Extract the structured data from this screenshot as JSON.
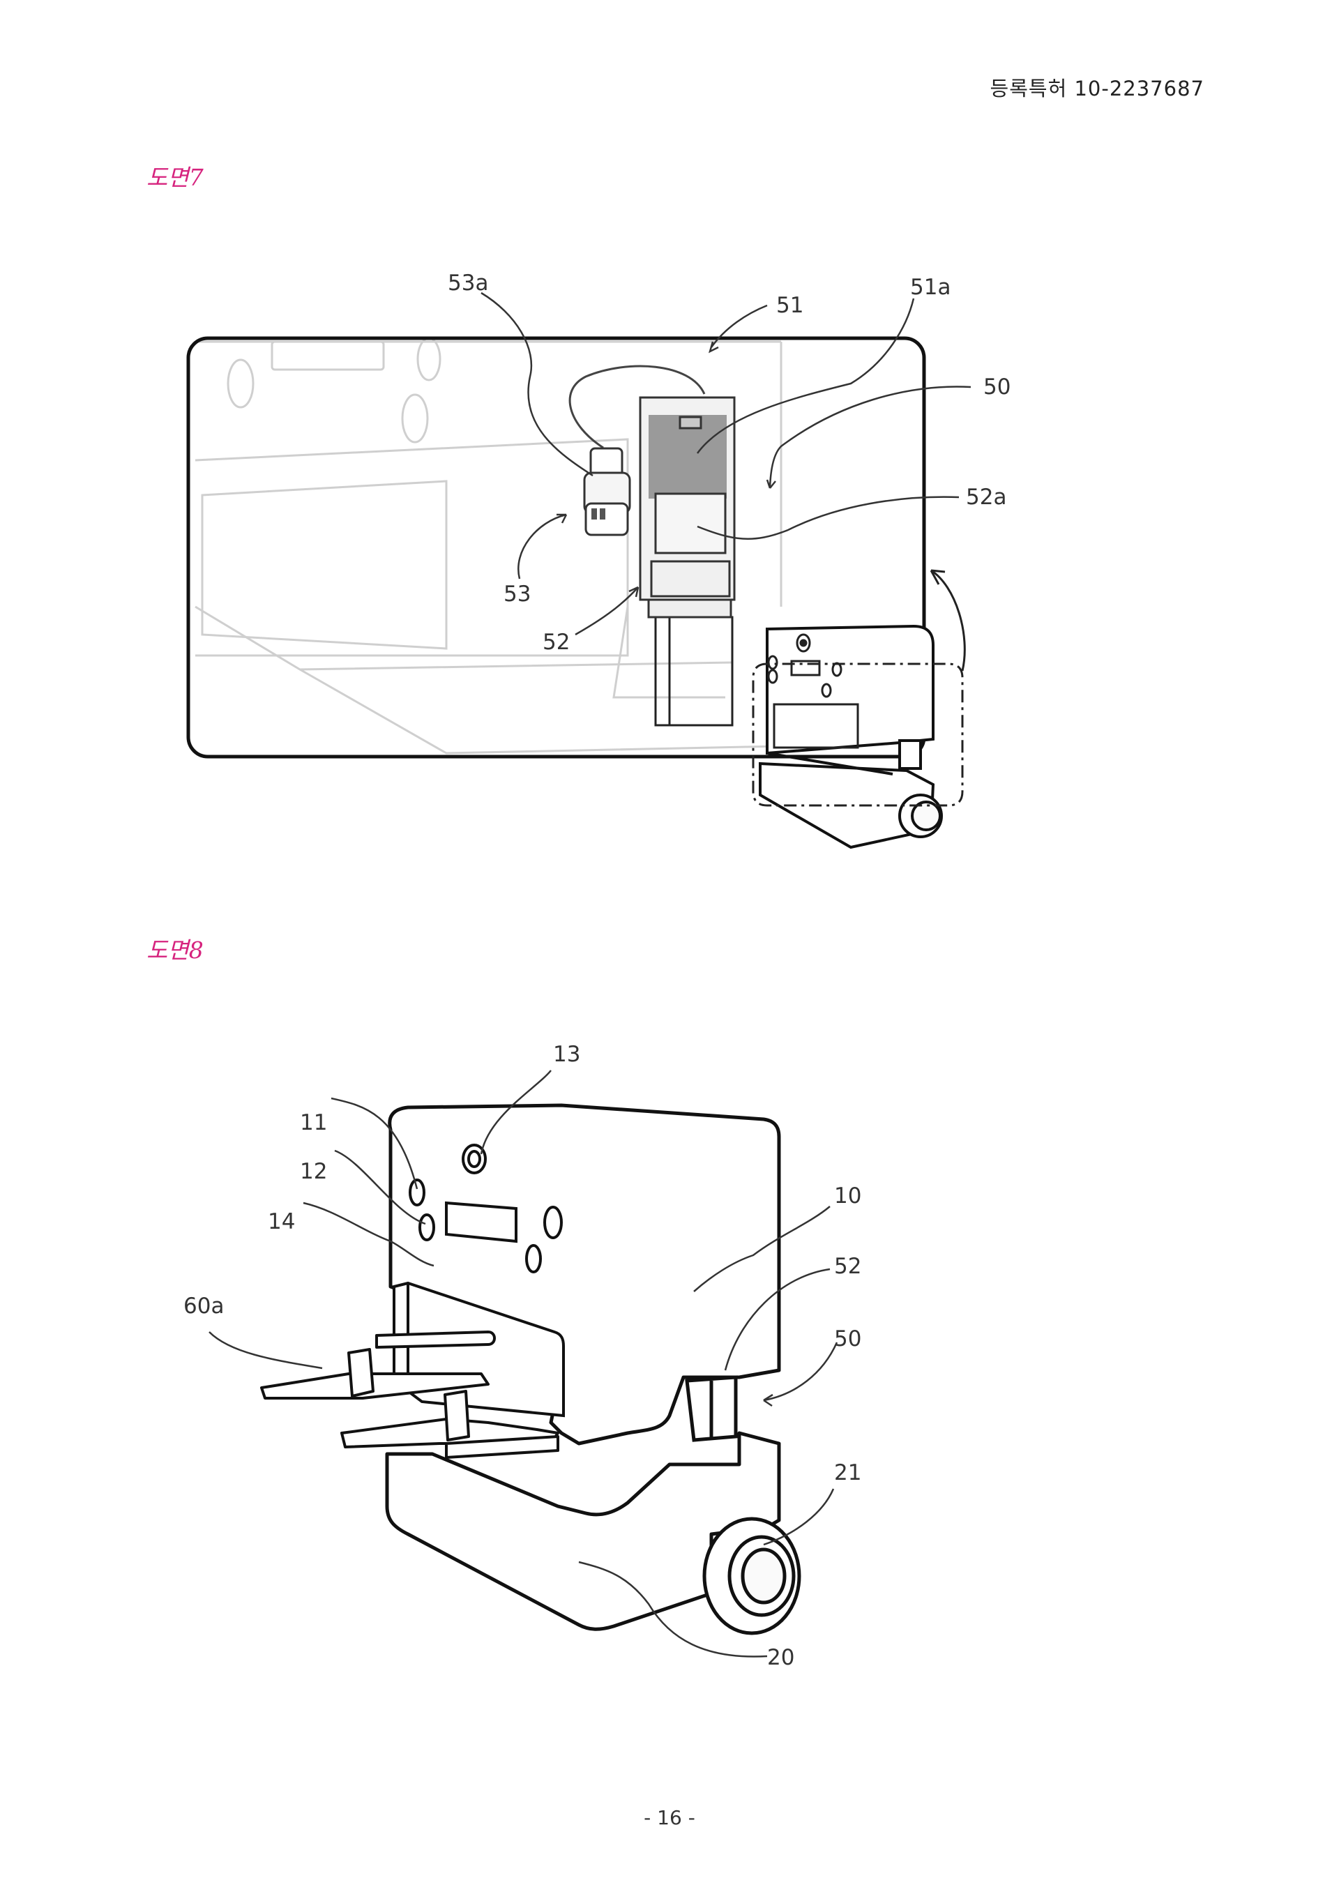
{
  "header": {
    "doc_id": "등록특허 10-2237687"
  },
  "figures": [
    {
      "title": "도면7",
      "labels": {
        "r53a": "53a",
        "r51": "51",
        "r51a": "51a",
        "r50": "50",
        "r52a": "52a",
        "r53": "53",
        "r52": "52"
      }
    },
    {
      "title": "도면8",
      "labels": {
        "r13": "13",
        "r11": "11",
        "r12": "12",
        "r14": "14",
        "r60a": "60a",
        "r10": "10",
        "r52": "52",
        "r50": "50",
        "r21": "21",
        "r20": "20"
      }
    }
  ],
  "footer": {
    "page_number": "- 16 -"
  }
}
